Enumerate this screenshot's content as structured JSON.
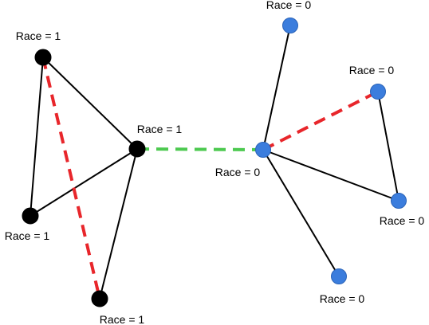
{
  "graph": {
    "colors": {
      "race1_node": "#000000",
      "race0_node": "#3b7ddd",
      "race0_node_stroke": "#2a63b8",
      "edge": "#000000",
      "dashed_within": "#e8262b",
      "dashed_between": "#4cc94f"
    },
    "nodes": [
      {
        "id": "a",
        "race": 1,
        "label": "Race = 1"
      },
      {
        "id": "b",
        "race": 1,
        "label": "Race = 1"
      },
      {
        "id": "c",
        "race": 1,
        "label": "Race = 1"
      },
      {
        "id": "d",
        "race": 1,
        "label": "Race = 1"
      },
      {
        "id": "e",
        "race": 0,
        "label": "Race = 0"
      },
      {
        "id": "f",
        "race": 0,
        "label": "Race = 0"
      },
      {
        "id": "g",
        "race": 0,
        "label": "Race = 0"
      },
      {
        "id": "h",
        "race": 0,
        "label": "Race = 0"
      },
      {
        "id": "i",
        "race": 0,
        "label": "Race = 0"
      }
    ],
    "edges": [
      {
        "from": "a",
        "to": "c",
        "style": "solid"
      },
      {
        "from": "a",
        "to": "b",
        "style": "solid"
      },
      {
        "from": "b",
        "to": "c",
        "style": "solid"
      },
      {
        "from": "c",
        "to": "d",
        "style": "solid"
      },
      {
        "from": "e",
        "to": "f",
        "style": "solid"
      },
      {
        "from": "e",
        "to": "h",
        "style": "solid"
      },
      {
        "from": "e",
        "to": "i",
        "style": "solid"
      },
      {
        "from": "g",
        "to": "h",
        "style": "solid"
      },
      {
        "from": "a",
        "to": "d",
        "style": "dashed-within"
      },
      {
        "from": "e",
        "to": "g",
        "style": "dashed-within"
      },
      {
        "from": "c",
        "to": "e",
        "style": "dashed-between"
      }
    ]
  }
}
